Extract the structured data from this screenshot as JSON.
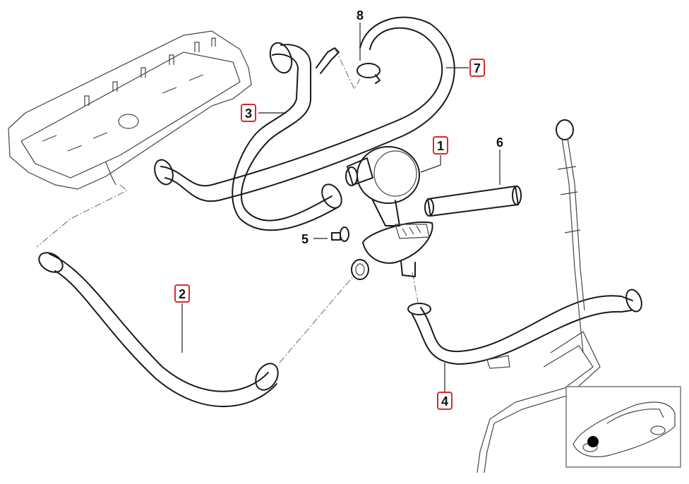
{
  "diagram": {
    "callouts": [
      {
        "id": "c1",
        "label": "1",
        "highlighted": true
      },
      {
        "id": "c2",
        "label": "2",
        "highlighted": true
      },
      {
        "id": "c3",
        "label": "3",
        "highlighted": true
      },
      {
        "id": "c4",
        "label": "4",
        "highlighted": true
      },
      {
        "id": "c5",
        "label": "5",
        "highlighted": false
      },
      {
        "id": "c6",
        "label": "6",
        "highlighted": false
      },
      {
        "id": "c7",
        "label": "7",
        "highlighted": true
      },
      {
        "id": "c8",
        "label": "8",
        "highlighted": false
      }
    ],
    "colors": {
      "highlight_border": "#d92b2b",
      "line": "#1a1a1a",
      "background": "#ffffff"
    },
    "icons": {
      "vehicle_location": "car-location-icon"
    }
  }
}
